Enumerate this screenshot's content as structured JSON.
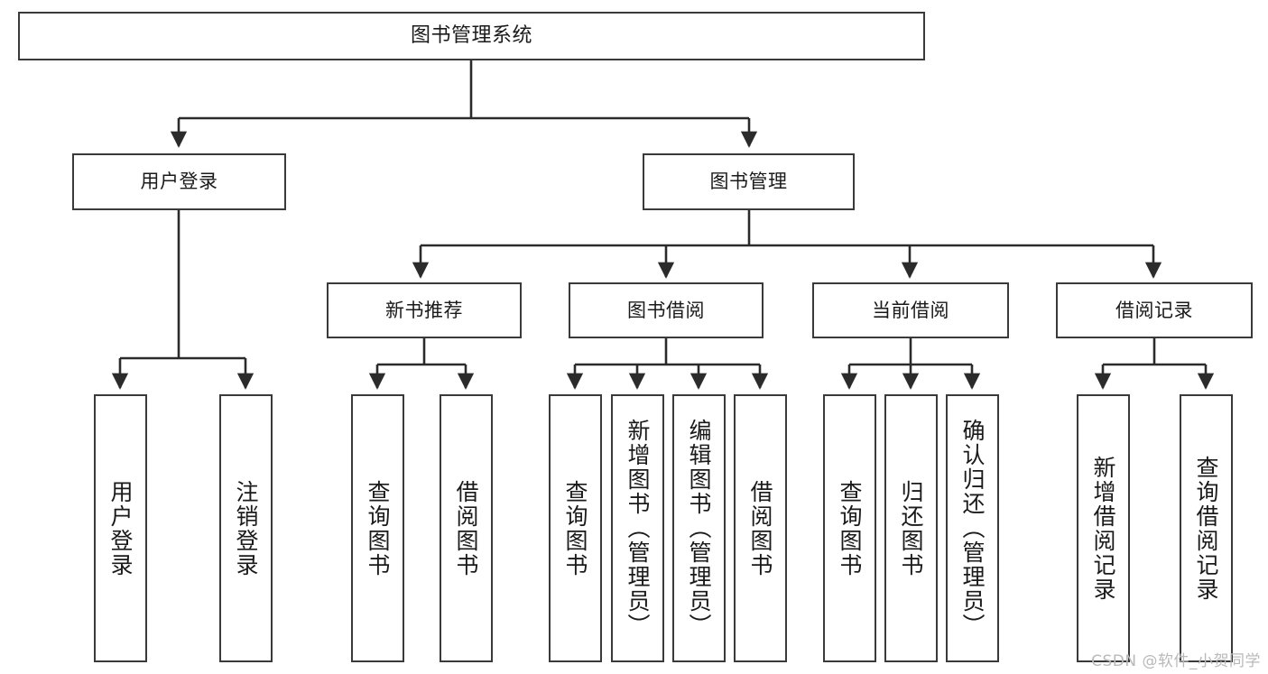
{
  "diagram": {
    "title": "图书管理系统",
    "watermark": "CSDN @软件_小贺同学",
    "colors": {
      "box_border": "#3a3a3a",
      "box_fill": "#ffffff",
      "connector": "#2b2b2b",
      "text": "#1a1a1a",
      "watermark": "#b9b9b9",
      "background": "#ffffff"
    },
    "root": {
      "label": "图书管理系统"
    },
    "level1": [
      {
        "label": "用户登录"
      },
      {
        "label": "图书管理"
      }
    ],
    "level2": [
      {
        "label": "新书推荐"
      },
      {
        "label": "图书借阅"
      },
      {
        "label": "当前借阅"
      },
      {
        "label": "借阅记录"
      }
    ],
    "leaves": {
      "user_login": [
        {
          "label": "用户登录"
        },
        {
          "label": "注销登录"
        }
      ],
      "new_book_recommend": [
        {
          "label": "查询图书"
        },
        {
          "label": "借阅图书"
        }
      ],
      "book_borrow": [
        {
          "label": "查询图书"
        },
        {
          "label": "新增图书（管理员）"
        },
        {
          "label": "编辑图书（管理员）"
        },
        {
          "label": "借阅图书"
        }
      ],
      "current_borrow": [
        {
          "label": "查询图书"
        },
        {
          "label": "归还图书"
        },
        {
          "label": "确认归还（管理员）"
        }
      ],
      "borrow_record": [
        {
          "label": "新增借阅记录"
        },
        {
          "label": "查询借阅记录"
        }
      ]
    }
  }
}
